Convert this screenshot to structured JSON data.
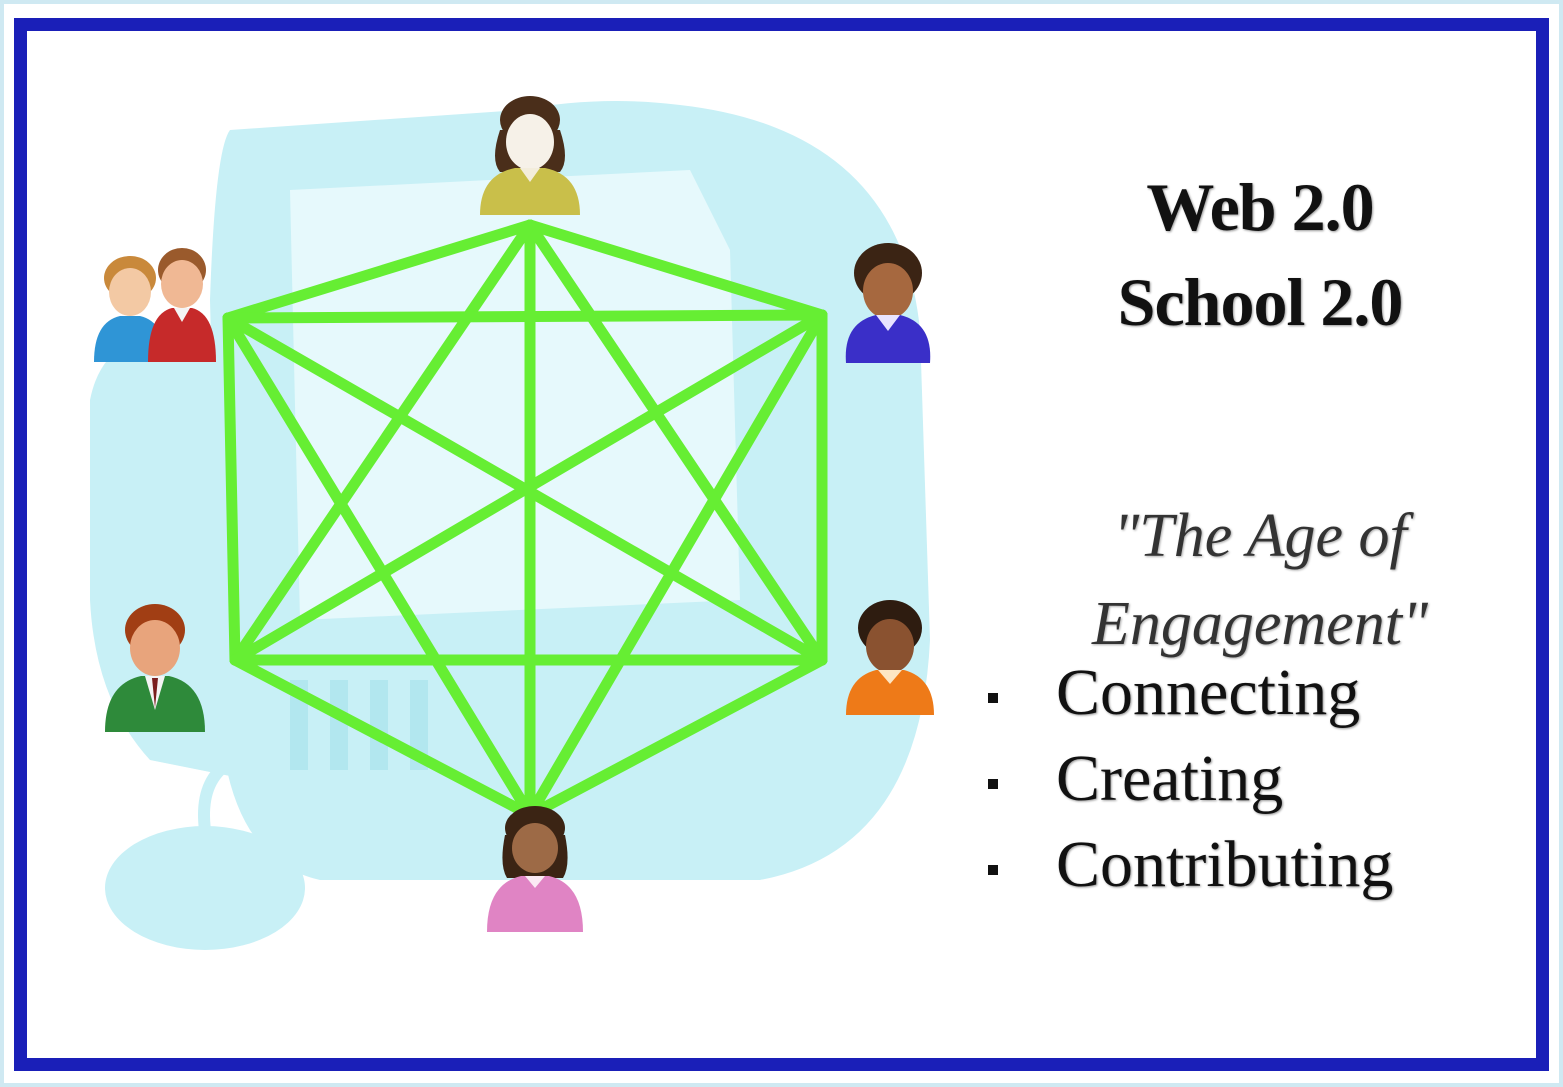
{
  "title": {
    "line1": "Web 2.0",
    "line2": "School 2.0"
  },
  "subtitle": {
    "line1": "\"The Age of",
    "line2": "Engagement\""
  },
  "bullets": [
    "Connecting",
    "Creating",
    "Contributing"
  ],
  "colors": {
    "frame": "#1a1fb8",
    "network_lines": "#66ee33",
    "background_computer": "#c8f0f6"
  },
  "nodes": [
    {
      "name": "top-girl",
      "icon": "person-icon",
      "shirt": "#c9bf4a"
    },
    {
      "name": "upper-right-person",
      "icon": "person-icon",
      "shirt": "#3a2fc8"
    },
    {
      "name": "lower-right-person",
      "icon": "person-icon",
      "shirt": "#ee7a18"
    },
    {
      "name": "bottom-girl",
      "icon": "person-icon",
      "shirt": "#e084c4"
    },
    {
      "name": "lower-left-person",
      "icon": "person-icon",
      "shirt": "#2e8a3a"
    },
    {
      "name": "upper-left-pair",
      "icon": "group-icon",
      "shirt": "#2f95d6"
    }
  ]
}
